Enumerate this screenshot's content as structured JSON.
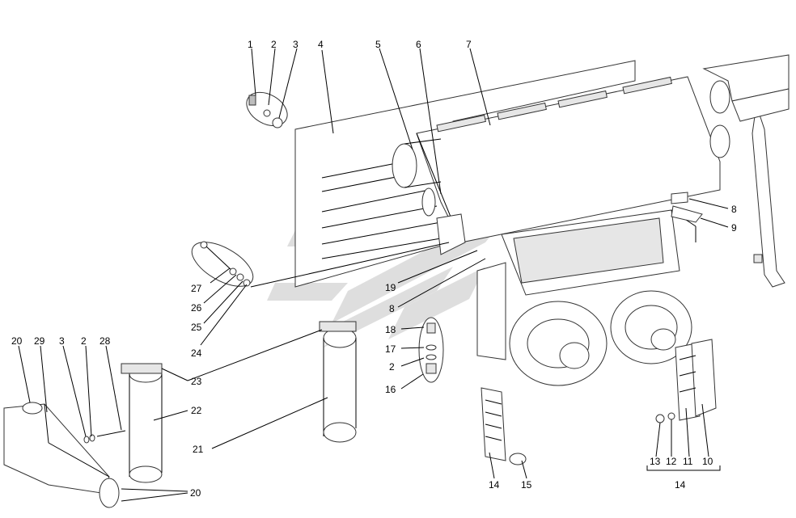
{
  "diagram": {
    "callouts": [
      {
        "id": "c1",
        "text": "1"
      },
      {
        "id": "c2",
        "text": "2"
      },
      {
        "id": "c3",
        "text": "3"
      },
      {
        "id": "c4",
        "text": "4"
      },
      {
        "id": "c5",
        "text": "5"
      },
      {
        "id": "c6",
        "text": "6"
      },
      {
        "id": "c7",
        "text": "7"
      },
      {
        "id": "c8a",
        "text": "8"
      },
      {
        "id": "c9",
        "text": "9"
      },
      {
        "id": "c19",
        "text": "19"
      },
      {
        "id": "c8b",
        "text": "8"
      },
      {
        "id": "c27",
        "text": "27"
      },
      {
        "id": "c26",
        "text": "26"
      },
      {
        "id": "c25",
        "text": "25"
      },
      {
        "id": "c24",
        "text": "24"
      },
      {
        "id": "c18",
        "text": "18"
      },
      {
        "id": "c17",
        "text": "17"
      },
      {
        "id": "c2b",
        "text": "2"
      },
      {
        "id": "c16",
        "text": "16"
      },
      {
        "id": "c23",
        "text": "23"
      },
      {
        "id": "c22",
        "text": "22"
      },
      {
        "id": "c21",
        "text": "21"
      },
      {
        "id": "c20a",
        "text": "20"
      },
      {
        "id": "c29",
        "text": "29"
      },
      {
        "id": "c3b",
        "text": "3"
      },
      {
        "id": "c2c",
        "text": "2"
      },
      {
        "id": "c28",
        "text": "28"
      },
      {
        "id": "c20b",
        "text": "20"
      },
      {
        "id": "c14a",
        "text": "14"
      },
      {
        "id": "c15",
        "text": "15"
      },
      {
        "id": "c13",
        "text": "13"
      },
      {
        "id": "c12",
        "text": "12"
      },
      {
        "id": "c11",
        "text": "11"
      },
      {
        "id": "c10",
        "text": "10"
      },
      {
        "id": "c14b",
        "text": "14"
      }
    ],
    "colors": {
      "line": "#000000",
      "part_fill": "#ffffff",
      "watermark": "#cccccc"
    }
  }
}
